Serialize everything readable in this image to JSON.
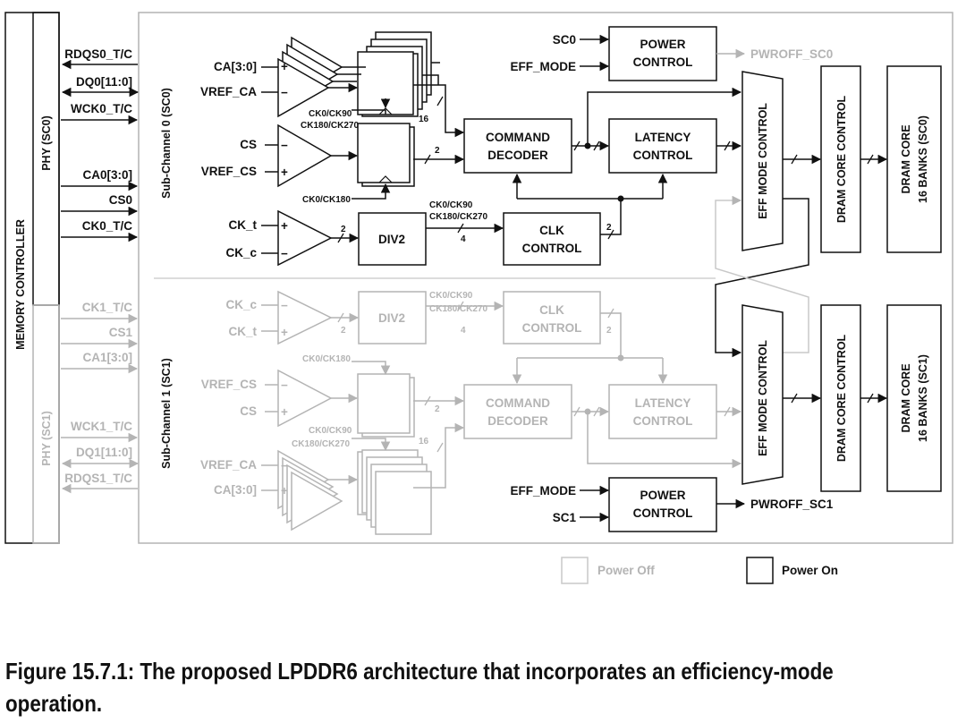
{
  "labels": {
    "memory_controller": "MEMORY CONTROLLER",
    "phy_sc0": "PHY (SC0)",
    "phy_sc1": "PHY (SC1)",
    "sub_channel_0": "Sub-Channel 0 (SC0)",
    "sub_channel_1": "Sub-Channel 1 (SC1)"
  },
  "phy_signals": {
    "sc0": [
      "RDQS0_T/C",
      "DQ0[11:0]",
      "WCK0_T/C",
      "CA0[3:0]",
      "CS0",
      "CK0_T/C"
    ],
    "sc1": [
      "CK1_T/C",
      "CS1",
      "CA1[3:0]",
      "WCK1_T/C",
      "DQ1[11:0]",
      "RDQS1_T/C"
    ]
  },
  "inputs": {
    "ca": "CA[3:0]",
    "vref_ca": "VREF_CA",
    "cs": "CS",
    "vref_cs": "VREF_CS",
    "ck_t": "CK_t",
    "ck_c": "CK_c",
    "plus": "+",
    "minus": "−"
  },
  "clocks": {
    "ck0_ck90": "CK0/CK90",
    "ck180_ck270": "CK180/CK270",
    "ck0_ck180": "CK0/CK180"
  },
  "bus_widths": {
    "w16": "16",
    "w2": "2",
    "w4": "4"
  },
  "blocks": {
    "div2": "DIV2",
    "clk_control_1": "CLK",
    "clk_control_2": "CONTROL",
    "command_decoder_1": "COMMAND",
    "command_decoder_2": "DECODER",
    "latency_control_1": "LATENCY",
    "latency_control_2": "CONTROL",
    "power_control_1": "POWER",
    "power_control_2": "CONTROL",
    "eff_mode_control": "EFF MODE CONTROL",
    "dram_core_control": "DRAM CORE CONTROL",
    "dram_core_1": "DRAM CORE",
    "dram_core_sc0_2": "16 BANKS (SC0)",
    "dram_core_sc1_2": "16 BANKS (SC1)"
  },
  "power": {
    "sc0_in": "SC0",
    "sc1_in": "SC1",
    "eff_mode": "EFF_MODE",
    "pwroff_sc0": "PWROFF_SC0",
    "pwroff_sc1": "PWROFF_SC1"
  },
  "legend": {
    "power_off": "Power Off",
    "power_on": "Power On"
  },
  "caption": {
    "line1": "Figure 15.7.1: The proposed LPDDR6 architecture that incorporates an efficiency-mode",
    "line2": "operation."
  },
  "colors": {
    "on": "#111111",
    "off": "#b4b4b4"
  }
}
